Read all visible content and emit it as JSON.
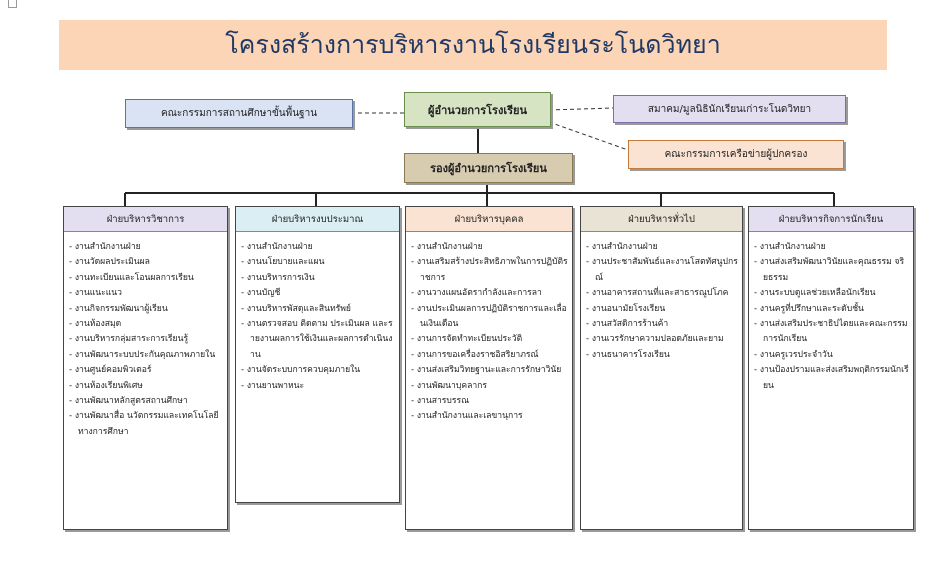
{
  "title": "โครงสร้างการบริหารงานโรงเรียนระโนดวิทยา",
  "boxes": {
    "board": "คณะกรรมการสถานศึกษาขั้นพื้นฐาน",
    "director": "ผู้อำนวยการโรงเรียน",
    "alumni": "สมาคม/มูลนิธินักเรียนเก่าระโนดวิทยา",
    "parent_network": "คณะกรรมการเครือข่ายผู้ปกครอง",
    "deputy": "รองผู้อำนวยการโรงเรียน"
  },
  "departments": [
    {
      "name": "ฝ่ายบริหารวิชาการ",
      "color": "#e4dff0",
      "items": [
        "งานสำนักงานฝ่าย",
        "งานวัดผลประเมินผล",
        "งานทะเบียนและโอนผลการเรียน",
        "งานแนะแนว",
        "งานกิจกรรมพัฒนาผู้เรียน",
        "งานห้องสมุด",
        "งานบริหารกลุ่มสาระการเรียนรู้",
        "งานพัฒนาระบบประกันคุณภาพภายใน",
        "งานศูนย์คอมพิวเตอร์",
        "งานห้องเรียนพิเศษ",
        "งานพัฒนาหลักสูตรสถานศึกษา",
        "งานพัฒนาสื่อ นวัตกรรมและเทคโนโลยีทางการศึกษา"
      ]
    },
    {
      "name": "ฝ่ายบริหารงบประมาณ",
      "color": "#daeef3",
      "items": [
        "งานสำนักงานฝ่าย",
        "งานนโยบายและแผน",
        "งานบริหารการเงิน",
        "งานบัญชี",
        "งานบริหารพัสดุและสินทรัพย์",
        "งานตรวจสอบ ติดตาม ประเมินผล และรายงานผลการใช้เงินและผลการดำเนินงาน",
        "งานจัดระบบการควบคุมภายใน",
        "งานยานพาหนะ"
      ]
    },
    {
      "name": "ฝ่ายบริหารบุคคล",
      "color": "#fbe3d4",
      "items": [
        "งานสำนักงานฝ่าย",
        "งานเสริมสร้างประสิทธิภาพในการปฏิบัติราชการ",
        "งานวางแผนอัตรากำลังและการลา",
        "งานประเมินผลการปฏิบัติราชการและเลื่อนเงินเดือน",
        "งานการจัดทำทะเบียนประวัติ",
        "งานการขอเครื่องราชอิสริยาภรณ์",
        "งานส่งเสริมวิทยฐานะและการรักษาวินัย",
        "งานพัฒนาบุคลากร",
        "งานสารบรรณ",
        "งานสำนักงานและเลขานุการ"
      ]
    },
    {
      "name": "ฝ่ายบริหารทั่วไป",
      "color": "#e8e3d4",
      "items": [
        "งานสำนักงานฝ่าย",
        "งานประชาสัมพันธ์และงานโสตทัศนูปกรณ์",
        "งานอาคารสถานที่และสาธารณูปโภค",
        "งานอนามัยโรงเรียน",
        "งานสวัสดิการร้านค้า",
        "งานเวรรักษาความปลอดภัยและยาม",
        "งานธนาคารโรงเรียน"
      ]
    },
    {
      "name": "ฝ่ายบริหารกิจการนักเรียน",
      "color": "#e4dff0",
      "items": [
        "งานสำนักงานฝ่าย",
        "งานส่งเสริมพัฒนาวินัยและคุณธรรม จริยธรรม",
        "งานระบบดูแลช่วยเหลือนักเรียน",
        "งานครูที่ปรึกษาและระดับชั้น",
        "งานส่งเสริมประชาธิปไตยและคณะกรรมการนักเรียน",
        "งานครูเวรประจำวัน",
        "งานป้องปรามและส่งเสริมพฤติกรรมนักเรียน"
      ]
    }
  ]
}
